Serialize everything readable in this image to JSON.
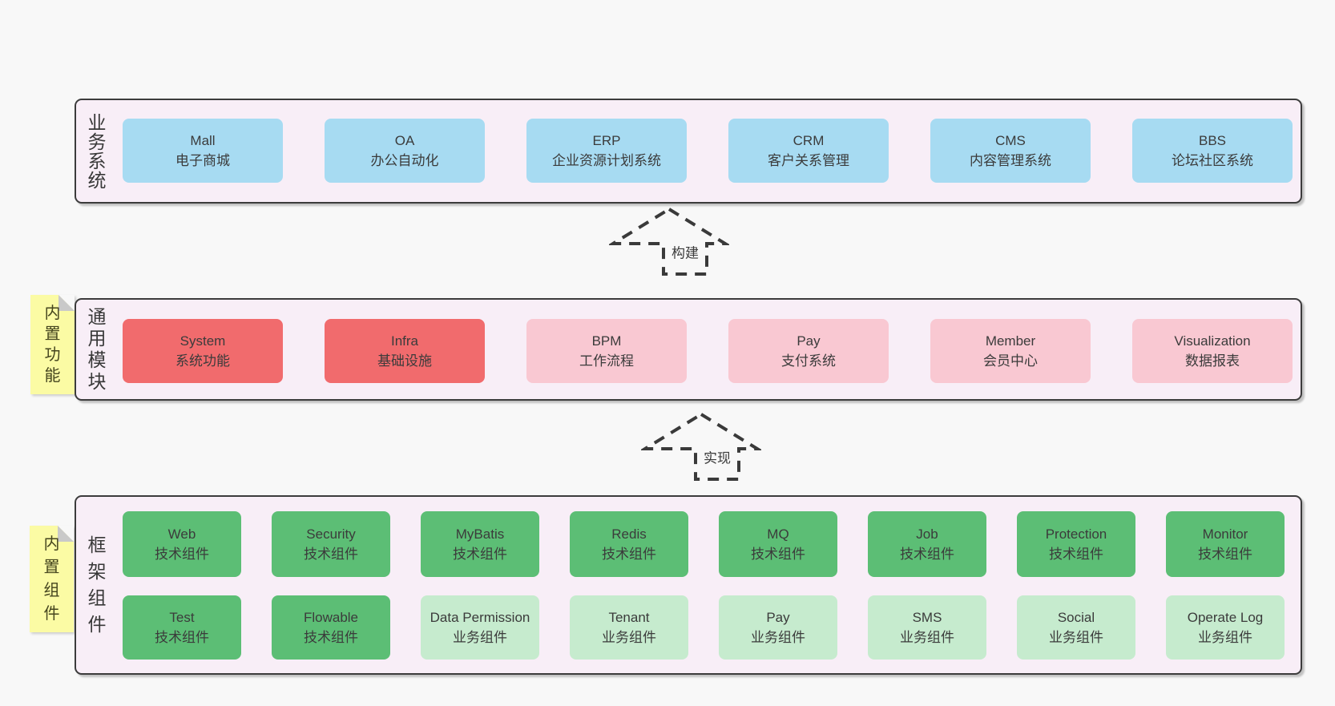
{
  "colors": {
    "page": "#f8f8f8",
    "container": "#f8eef7",
    "border": "#3c3c3c",
    "text": "#3b3b3b",
    "blue": "#a7dbf2",
    "red": "#f16b6d",
    "pink": "#f9c8d2",
    "green": "#5cbe75",
    "lightgreen": "#c6ebce",
    "sticky": "#fbfba4",
    "fold": "#c9c9c9"
  },
  "sections": {
    "business": {
      "label": "业务系统",
      "rows": [
        [
          {
            "en": "Mall",
            "zh": "电子商城",
            "color": "blue"
          },
          {
            "en": "OA",
            "zh": "办公自动化",
            "color": "blue"
          },
          {
            "en": "ERP",
            "zh": "企业资源计划系统",
            "color": "blue"
          },
          {
            "en": "CRM",
            "zh": "客户关系管理",
            "color": "blue"
          },
          {
            "en": "CMS",
            "zh": "内容管理系统",
            "color": "blue"
          },
          {
            "en": "BBS",
            "zh": "论坛社区系统",
            "color": "blue"
          }
        ]
      ]
    },
    "modules": {
      "label": "通用模块",
      "sticky": "内置功能",
      "rows": [
        [
          {
            "en": "System",
            "zh": "系统功能",
            "color": "red"
          },
          {
            "en": "Infra",
            "zh": "基础设施",
            "color": "red"
          },
          {
            "en": "BPM",
            "zh": "工作流程",
            "color": "pink"
          },
          {
            "en": "Pay",
            "zh": "支付系统",
            "color": "pink"
          },
          {
            "en": "Member",
            "zh": "会员中心",
            "color": "pink"
          },
          {
            "en": "Visualization",
            "zh": "数据报表",
            "color": "pink"
          }
        ]
      ]
    },
    "components": {
      "label": "框架组件",
      "sticky": "内置组件",
      "rows": [
        [
          {
            "en": "Web",
            "zh": "技术组件",
            "color": "green"
          },
          {
            "en": "Security",
            "zh": "技术组件",
            "color": "green"
          },
          {
            "en": "MyBatis",
            "zh": "技术组件",
            "color": "green"
          },
          {
            "en": "Redis",
            "zh": "技术组件",
            "color": "green"
          },
          {
            "en": "MQ",
            "zh": "技术组件",
            "color": "green"
          },
          {
            "en": "Job",
            "zh": "技术组件",
            "color": "green"
          },
          {
            "en": "Protection",
            "zh": "技术组件",
            "color": "green"
          },
          {
            "en": "Monitor",
            "zh": "技术组件",
            "color": "green"
          }
        ],
        [
          {
            "en": "Test",
            "zh": "技术组件",
            "color": "green"
          },
          {
            "en": "Flowable",
            "zh": "技术组件",
            "color": "green"
          },
          {
            "en": "Data Permission",
            "zh": "业务组件",
            "color": "lightgreen"
          },
          {
            "en": "Tenant",
            "zh": "业务组件",
            "color": "lightgreen"
          },
          {
            "en": "Pay",
            "zh": "业务组件",
            "color": "lightgreen"
          },
          {
            "en": "SMS",
            "zh": "业务组件",
            "color": "lightgreen"
          },
          {
            "en": "Social",
            "zh": "业务组件",
            "color": "lightgreen"
          },
          {
            "en": "Operate Log",
            "zh": "业务组件",
            "color": "lightgreen"
          }
        ]
      ]
    }
  },
  "arrows": [
    {
      "label": "构建"
    },
    {
      "label": "实现"
    }
  ]
}
